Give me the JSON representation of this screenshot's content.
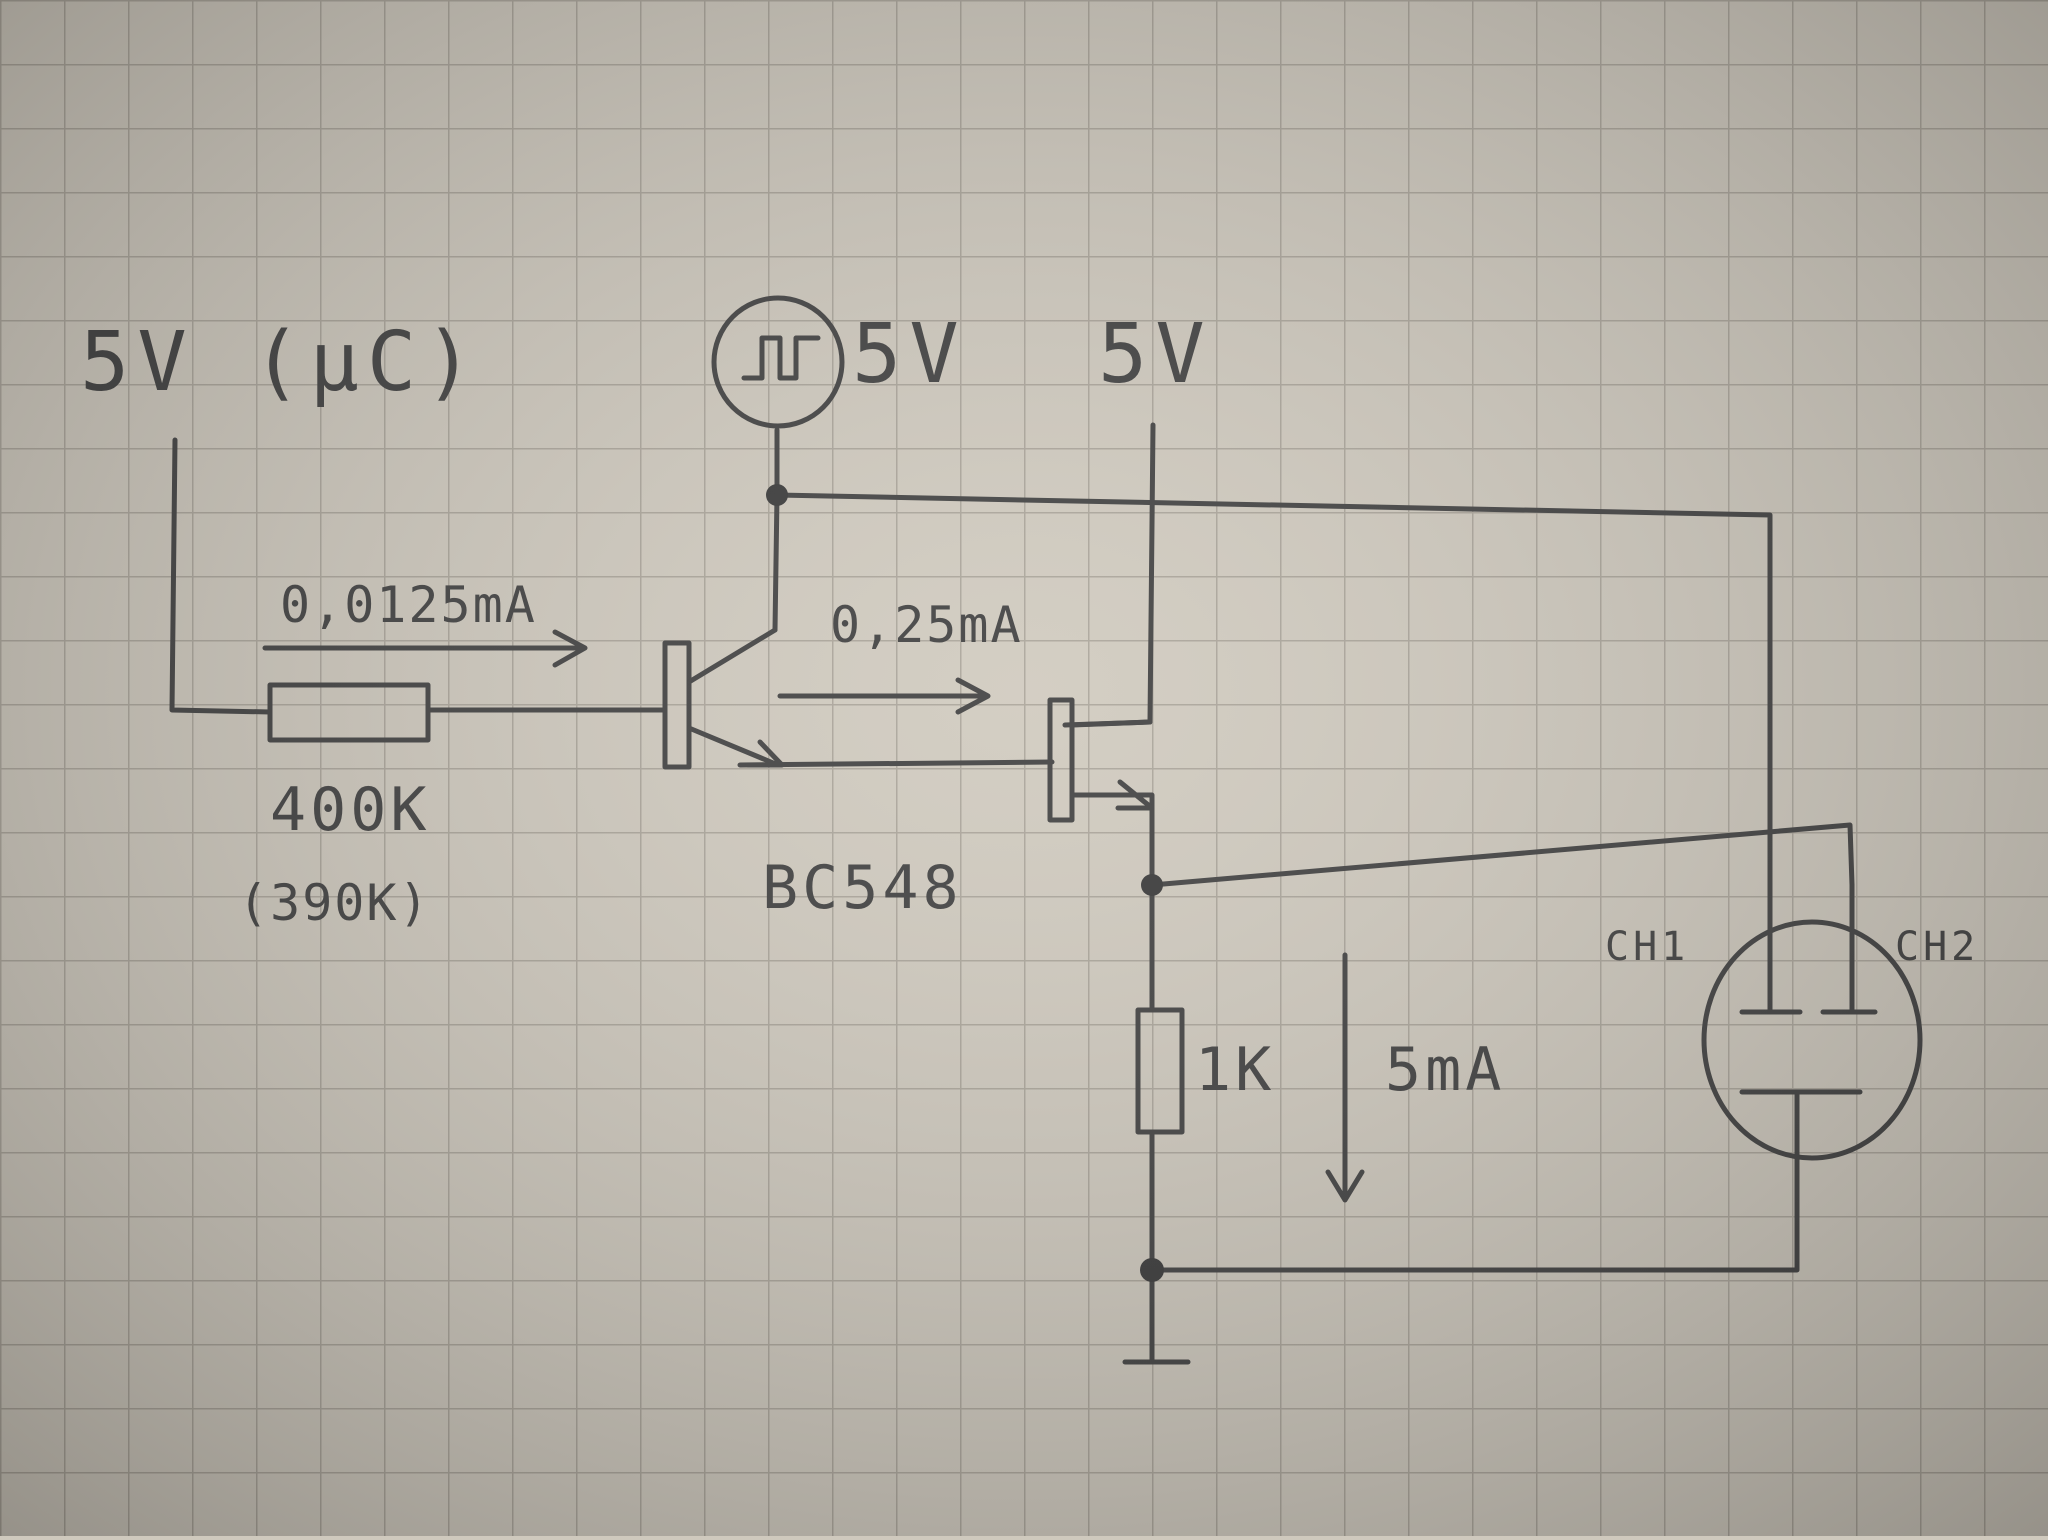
{
  "labels": {
    "mcu_supply": "5V (μC)",
    "pulse_supply": "5V",
    "collector_supply": "5V",
    "base_resistor": "400K",
    "base_resistor_actual": "(390K)",
    "transistor": "BC548",
    "load_resistor": "1K",
    "ch1": "CH1",
    "ch2": "CH2"
  },
  "currents": {
    "base": "0,0125mA",
    "intermediate": "0,25mA",
    "load": "5mA"
  },
  "colors": {
    "paper": "#cfc9bd",
    "grid": "#a9a398",
    "ink": "#3c3c3c"
  },
  "icons": {
    "pulse_source": "square-wave-icon",
    "ground": "ground-icon",
    "probe": "oscilloscope-probe-icon"
  }
}
